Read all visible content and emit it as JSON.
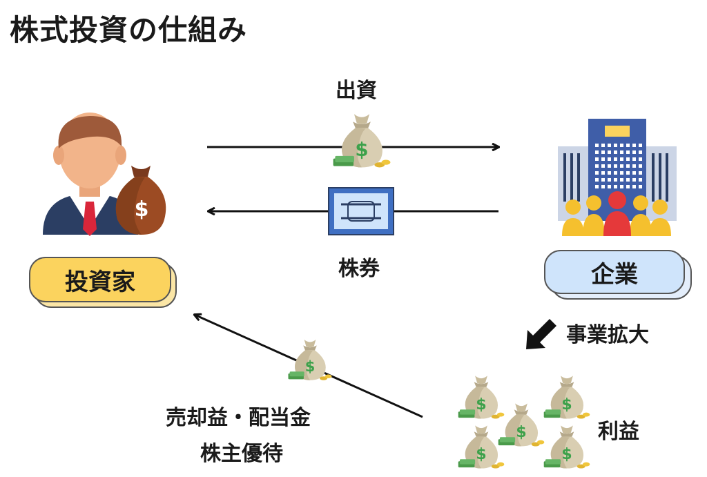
{
  "title": "株式投資の仕組み",
  "investor": {
    "label": "投資家",
    "color": "#fbd35e"
  },
  "company": {
    "label": "企業",
    "color": "#cfe4fb"
  },
  "flows": {
    "investment": "出資",
    "stock": "株券",
    "expansion": "事業拡大",
    "profit": "利益",
    "returns_line1": "売却益・配当金",
    "returns_line2": "株主優待"
  },
  "icons": {
    "investor": "businessman-icon",
    "moneybag": "money-bag-icon",
    "company": "office-building-icon",
    "certificate": "stock-certificate-icon"
  }
}
